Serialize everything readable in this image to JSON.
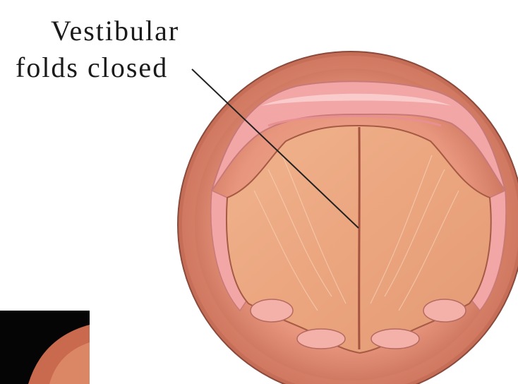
{
  "label": {
    "line1": "Vestibular",
    "line2": "folds closed"
  },
  "colors": {
    "outer_tissue": "#e8957d",
    "outer_rim_dark": "#b05a46",
    "fold_pink": "#f2a6a6",
    "fold_highlight": "#f9d0cf",
    "inner_surface": "#eba57f",
    "inner_light": "#f2bf99",
    "midline": "#a5533e",
    "leader_line": "#222222",
    "inset_background": "#050505"
  },
  "icons": {
    "illustration": "laryngoscopic-view-illustration",
    "inset": "inset-photo-fragment"
  }
}
